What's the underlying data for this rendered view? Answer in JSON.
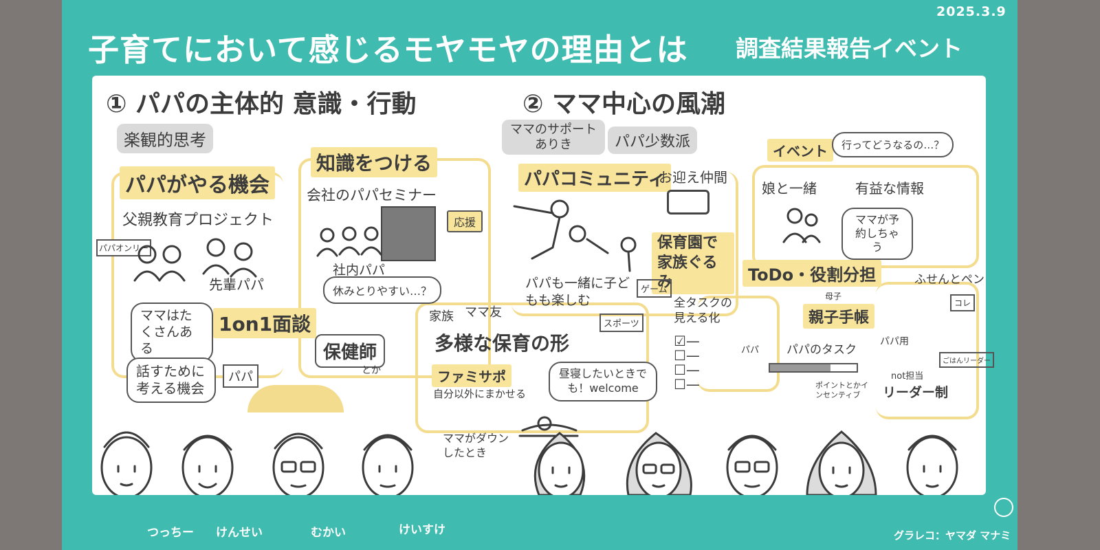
{
  "header": {
    "date": "2025.3.9",
    "title": "子育てにおいて感じるモヤモヤの理由とは",
    "subtitle": "調査結果報告イベント"
  },
  "section1": {
    "heading": "① パパの主体的 意識・行動",
    "optimism": "楽観的思考",
    "papa_chance": "パパがやる機会",
    "father_edu": "父親教育プロジェクト",
    "papa_only": "パパオンリー",
    "senpai": "先輩パパ",
    "knowledge": "知識をつける",
    "seminar": "会社のパパセミナー",
    "ouen": "応援",
    "shanai": "社内パパ",
    "yasumi": "休みとりやすい…？",
    "mama_many": "ママはたくさんある",
    "one_on_one": "1on1面談",
    "hokenshi": "保健師",
    "toka": "とか",
    "talk_chance": "話すために考える機会",
    "papa_sign": "パパ"
  },
  "section2": {
    "heading": "② ママ中心の風潮",
    "mama_support": "ママのサポートありき",
    "papa_minority": "パパ少数派",
    "papa_community": "パパコミュニティ",
    "omukae": "お迎え仲間",
    "hoikuen": "保育園で家族ぐるみ",
    "papa_together": "パパも一緒に子どもも楽しむ",
    "game": "ゲーム",
    "sports": "スポーツ",
    "event": "イベント",
    "ittedou": "行ってどうなるの…？",
    "musume": "娘と一緒",
    "yueki": "有益な情報",
    "mama_yoyaku": "ママが予約しちゃう",
    "kazoku": "家族",
    "mamatomo": "ママ友",
    "tayou": "多様な保育の形",
    "famisapo": "ファミサポ",
    "jibun_igai": "自分以外にまかせる",
    "hirune": "昼寝したいときでも！welcome",
    "mama_down": "ママがダウンしたとき",
    "todo": "ToDo・役割分担",
    "zen_task": "全タスクの見える化",
    "papa_label": "パパ",
    "fusen": "ふせんとペン",
    "kore": "コレ",
    "boshi": "母子",
    "oyako": "親子手帳",
    "papa_task": "パパのタスク",
    "papa_you": "パパ用",
    "point": "ポイントとかインセンティブ",
    "not_tantou": "not担当",
    "leader": "リーダー制",
    "gohan": "ごはんリーダー"
  },
  "people": [
    {
      "name": "つっちー"
    },
    {
      "name": "けんせい"
    },
    {
      "name": "むかい"
    },
    {
      "name": "けいすけ"
    },
    {
      "name": ""
    },
    {
      "name": ""
    },
    {
      "name": ""
    },
    {
      "name": ""
    },
    {
      "name": ""
    }
  ],
  "credit": "グラレコ：ヤマダ マナミ",
  "colors": {
    "teal": "#3fbbb0",
    "highlight": "#f8e59b",
    "ink": "#3b3b3b",
    "gray_tag": "#dadada",
    "side": "#7d7876"
  }
}
